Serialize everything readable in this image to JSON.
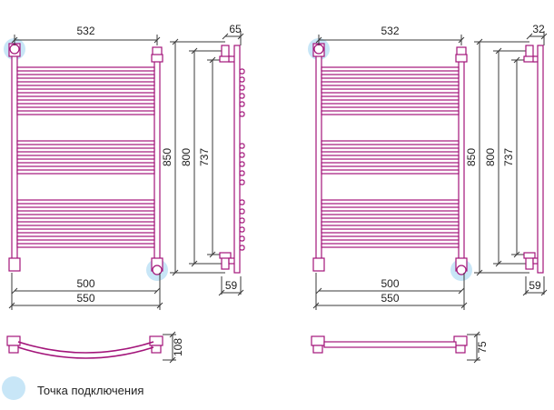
{
  "colors": {
    "pipe": "#a3157a",
    "connection_point": "#c8e6f7",
    "dimension_line": "#3a3a3a"
  },
  "left_model": {
    "dimensions": {
      "top_width": "532",
      "side_offset": "65",
      "total_height": "850",
      "center_height_outer": "800",
      "center_height_inner": "737",
      "connection_distance": "500",
      "bottom_width": "550",
      "wall_offset": "59",
      "depth": "108"
    }
  },
  "right_model": {
    "dimensions": {
      "top_width": "532",
      "side_offset": "32",
      "total_height": "850",
      "center_height_outer": "800",
      "center_height_inner": "737",
      "connection_distance": "500",
      "bottom_width": "550",
      "wall_offset": "59",
      "depth": "75"
    }
  },
  "legend": {
    "label": "Точка подключения"
  }
}
